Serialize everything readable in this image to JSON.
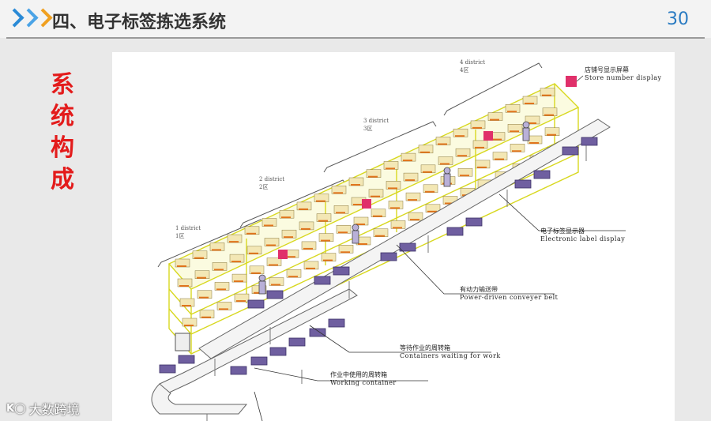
{
  "header": {
    "title": "四、电子标签拣选系统",
    "page_number": "30"
  },
  "side_title": [
    "系",
    "统",
    "构",
    "成"
  ],
  "districts": [
    {
      "en": "1 district",
      "zh": "1区"
    },
    {
      "en": "2 district",
      "zh": "2区"
    },
    {
      "en": "3 district",
      "zh": "3区"
    },
    {
      "en": "4 district",
      "zh": "4区"
    }
  ],
  "callouts": {
    "store_display": {
      "zh": "店铺号显示屏幕",
      "en": "Store number display"
    },
    "label_display": {
      "zh": "电子标签显示器",
      "en": "Electronic label display"
    },
    "conveyor": {
      "zh": "有动力输送带",
      "en": "Power-driven conveyer belt"
    },
    "waiting": {
      "zh": "等待作业的周转箱",
      "en": "Containers waiting for work"
    },
    "working": {
      "zh": "作业中使用的周转箱",
      "en": "Working container"
    }
  },
  "watermark": {
    "mark": "K◯",
    "text": "大数跨境"
  },
  "colors": {
    "accent_blue": "#2a7bc2",
    "side_title_red": "#e31b1b",
    "rack_yellow": "#d8d820",
    "container_purple": "#6f5fa0",
    "display_magenta": "#e0306a"
  }
}
